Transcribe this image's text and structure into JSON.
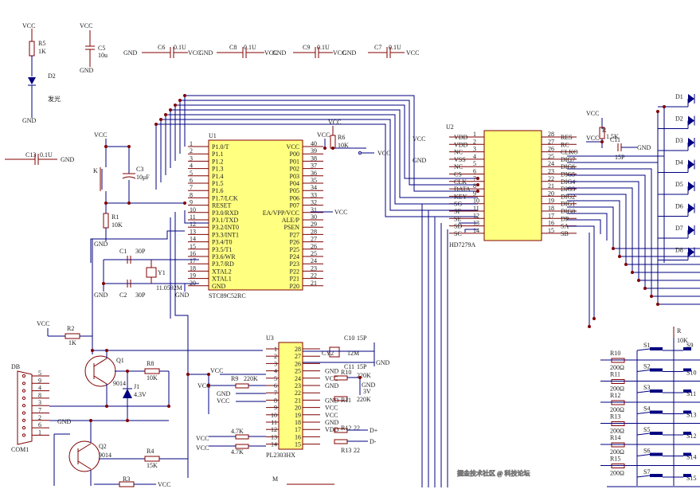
{
  "power": {
    "vcc": "VCC",
    "gnd": "GND"
  },
  "misc": {
    "d2": "D2",
    "d2_val": "发光",
    "r5": "R5",
    "r5_val": "1K",
    "c5": "C5",
    "c5_val": "10u",
    "k": "K",
    "c3": "C3",
    "c3_val": "10μF",
    "r1": "R1",
    "r1_val": "10K",
    "c1": "C1",
    "c1_val": "30P",
    "c2": "C2",
    "c2_val": "30P",
    "y1": "Y1",
    "y1_val": "11.0592M",
    "r2": "R2",
    "r2_val": "1K",
    "r8": "R8",
    "r8_val": "10K",
    "q1": "Q1",
    "q1_val": "9014",
    "j1": "J1",
    "j1_val": "4.3V",
    "q2": "Q2",
    "q2_val": "9014",
    "r4": "R4",
    "r4_val": "15K",
    "r3": "R3",
    "db": "DB",
    "com1": "COM1",
    "r6": "R6",
    "r6_val": "10K",
    "p_label": "M"
  },
  "caps_row": [
    {
      "name": "C6",
      "val": "0.1U"
    },
    {
      "name": "C8",
      "val": "0.1U"
    },
    {
      "name": "C9",
      "val": "0.1U"
    },
    {
      "name": "C7",
      "val": "0.1U"
    },
    {
      "name": "C13",
      "val": "0.1U"
    }
  ],
  "u1": {
    "ref": "U1",
    "part": "STC89C52RC",
    "left_pins": [
      {
        "n": "1",
        "name": "P1.0/T"
      },
      {
        "n": "2",
        "name": "P1.1"
      },
      {
        "n": "3",
        "name": "P1.2"
      },
      {
        "n": "4",
        "name": "P1.3"
      },
      {
        "n": "5",
        "name": "P1.4"
      },
      {
        "n": "6",
        "name": "P1.5"
      },
      {
        "n": "7",
        "name": "P1.6"
      },
      {
        "n": "8",
        "name": "P1.7/LCK"
      },
      {
        "n": "9",
        "name": "RESET"
      },
      {
        "n": "10",
        "name": "P3.0/RXD"
      },
      {
        "n": "11",
        "name": "P3.1/TXD"
      },
      {
        "n": "12",
        "name": "P3.2/INT0"
      },
      {
        "n": "13",
        "name": "P3.3/INT1"
      },
      {
        "n": "14",
        "name": "P3.4/T0"
      },
      {
        "n": "15",
        "name": "P3.5/T1"
      },
      {
        "n": "16",
        "name": "P3.6/WR"
      },
      {
        "n": "17",
        "name": "P3.7/RD"
      },
      {
        "n": "18",
        "name": "XTAL2"
      },
      {
        "n": "19",
        "name": "XTAL1"
      },
      {
        "n": "20",
        "name": "GND"
      }
    ],
    "right_pins": [
      {
        "n": "40",
        "name": "VCC"
      },
      {
        "n": "39",
        "name": "P00"
      },
      {
        "n": "38",
        "name": "P01"
      },
      {
        "n": "37",
        "name": "P02"
      },
      {
        "n": "36",
        "name": "P03"
      },
      {
        "n": "35",
        "name": "P04"
      },
      {
        "n": "34",
        "name": "P05"
      },
      {
        "n": "33",
        "name": "P06"
      },
      {
        "n": "32",
        "name": "P07"
      },
      {
        "n": "31",
        "name": "EA/VPP/VCC"
      },
      {
        "n": "30",
        "name": "ALE/P"
      },
      {
        "n": "29",
        "name": "PSEN"
      },
      {
        "n": "28",
        "name": "P27"
      },
      {
        "n": "27",
        "name": "P26"
      },
      {
        "n": "26",
        "name": "P25"
      },
      {
        "n": "25",
        "name": "P24"
      },
      {
        "n": "24",
        "name": "P23"
      },
      {
        "n": "23",
        "name": "P22"
      },
      {
        "n": "22",
        "name": "P21"
      },
      {
        "n": "21",
        "name": "P20"
      }
    ]
  },
  "u2": {
    "ref": "U2",
    "part": "HD7279A",
    "left_pins": [
      {
        "n": "1",
        "name": "VDD"
      },
      {
        "n": "2",
        "name": "VDD"
      },
      {
        "n": "3",
        "name": "NC"
      },
      {
        "n": "4",
        "name": "VSS"
      },
      {
        "n": "5",
        "name": "NC"
      },
      {
        "n": "6",
        "name": "CS"
      },
      {
        "n": "7",
        "name": "CLK"
      },
      {
        "n": "8",
        "name": "DATA"
      },
      {
        "n": "9",
        "name": "KEY"
      },
      {
        "n": "10",
        "name": "SG"
      },
      {
        "n": "11",
        "name": "SF"
      },
      {
        "n": "12",
        "name": "SE"
      },
      {
        "n": "13",
        "name": "SD"
      },
      {
        "n": "14",
        "name": "SC"
      }
    ],
    "right_pins": [
      {
        "n": "28",
        "name": "RES"
      },
      {
        "n": "27",
        "name": "RC"
      },
      {
        "n": "26",
        "name": "CLKO"
      },
      {
        "n": "25",
        "name": "DIG7"
      },
      {
        "n": "24",
        "name": "DIG6"
      },
      {
        "n": "23",
        "name": "DIG5"
      },
      {
        "n": "22",
        "name": "DIG4"
      },
      {
        "n": "21",
        "name": "DIG3"
      },
      {
        "n": "20",
        "name": "DIG2"
      },
      {
        "n": "19",
        "name": "DIG1"
      },
      {
        "n": "18",
        "name": "DIG0"
      },
      {
        "n": "17",
        "name": "DP"
      },
      {
        "n": "16",
        "name": "SA"
      },
      {
        "n": "15",
        "name": "SB"
      }
    ],
    "r_val": "1.5K",
    "c_val": "15P",
    "c_ref": "C11",
    "r_ref": "R"
  },
  "u3": {
    "ref": "U3",
    "part": "PL2303HX",
    "left_pins": [
      "1",
      "2",
      "3",
      "4",
      "5",
      "6",
      "7",
      "8",
      "9",
      "10",
      "11",
      "12",
      "13",
      "14"
    ],
    "right_pins": [
      "28",
      "27",
      "26",
      "25",
      "24",
      "23",
      "22",
      "21",
      "20",
      "19",
      "18",
      "17",
      "16",
      "15"
    ],
    "right_labels": [
      {
        "pin": "25",
        "text": "GND"
      },
      {
        "pin": "24",
        "text": "VCC"
      },
      {
        "pin": "23",
        "text": "GND"
      },
      {
        "pin": "22",
        "text": "3V"
      },
      {
        "pin": "21",
        "text": "GND"
      },
      {
        "pin": "20",
        "text": "VCC"
      },
      {
        "pin": "19",
        "text": "VCC"
      },
      {
        "pin": "18",
        "text": "GND"
      },
      {
        "pin": "17",
        "text": "VDD"
      }
    ],
    "cy2": "CY2",
    "cy2_val": "12M",
    "c10": "C10",
    "c10_val": "15P",
    "c11": "C11",
    "c11_val": "15P",
    "r_220k_a": "220K",
    "r_220k_b": "220K",
    "r_220k_c": "220K",
    "r_4k7_a": "4.7K",
    "r_4k7_b": "4.7K",
    "r_22_a": "22",
    "r_22_b": "22",
    "r10": "R10",
    "r11": "R11",
    "r9": "R9",
    "r12": "R12",
    "r13": "R13",
    "d_plus": "D+",
    "d_minus": "D-"
  },
  "leds": [
    "D1",
    "D2",
    "D3",
    "D4",
    "D5",
    "D6",
    "D7",
    "D8"
  ],
  "keys": {
    "left": [
      "S1",
      "S2",
      "S3",
      "S4",
      "S5",
      "S6",
      "S7"
    ],
    "right": [
      "S9",
      "S10",
      "S11",
      "S13",
      "S12",
      "S14",
      "S15"
    ],
    "resistors": [
      {
        "ref": "R10",
        "val": "200Ω"
      },
      {
        "ref": "R11",
        "val": "200Ω"
      },
      {
        "ref": "R12",
        "val": "200Ω"
      },
      {
        "ref": "R13",
        "val": "200Ω"
      },
      {
        "ref": "R14",
        "val": "200Ω"
      },
      {
        "ref": "R15",
        "val": "200Ω"
      }
    ]
  },
  "db9_pins": [
    "5",
    "9",
    "4",
    "8",
    "3",
    "7",
    "2",
    "6",
    "1"
  ],
  "watermark": "掘金技术社区 @ 科技论坛"
}
